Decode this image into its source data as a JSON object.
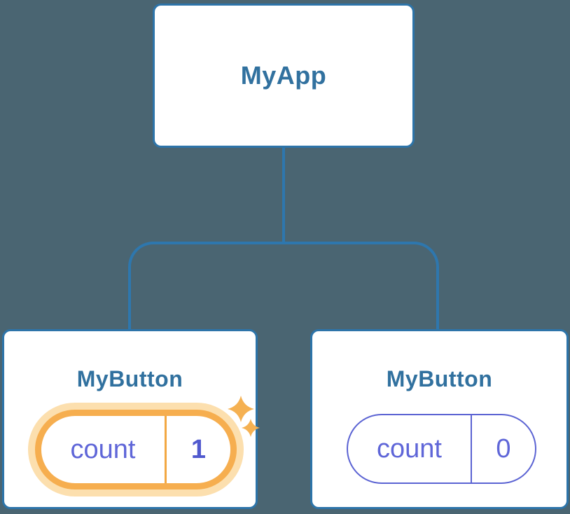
{
  "diagram": {
    "root": {
      "label": "MyApp"
    },
    "children": [
      {
        "label": "MyButton",
        "state_key": "count",
        "state_value": "1",
        "highlighted": true
      },
      {
        "label": "MyButton",
        "state_key": "count",
        "state_value": "0",
        "highlighted": false
      }
    ]
  },
  "icons": {
    "sparkles": "four-point-sparkles"
  },
  "colors": {
    "background": "#4a6572",
    "node_border": "#2d74a9",
    "connector": "#2e77ae",
    "node_label": "#31719f",
    "state_text": "#5f66d8",
    "state_value": "#5059ce",
    "pill_border": "#5b63d3",
    "highlight_ring": "#f6ae4f",
    "highlight_halo": "#fcdfae",
    "highlight_divider": "#f2a843",
    "sparkle": "#f5b152"
  }
}
